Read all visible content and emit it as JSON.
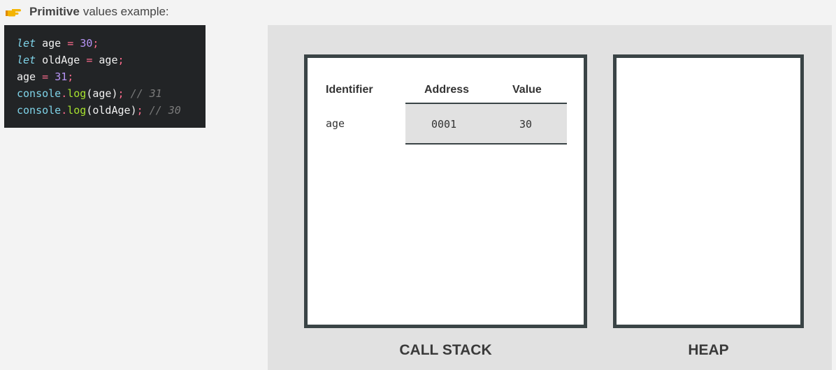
{
  "header": {
    "bold": "Primitive",
    "rest": "values example:",
    "icon": "pointing-hand-icon"
  },
  "code": [
    {
      "k": "let",
      "name": "age",
      "op": "=",
      "val": "30",
      "semi": ";"
    },
    {
      "k": "let",
      "name": "oldAge",
      "op": "=",
      "val": "age",
      "semi": ";"
    },
    {
      "name": "age",
      "op": "=",
      "val": "31",
      "semi": ";"
    },
    {
      "obj": "console",
      "dot": ".",
      "fn": "log",
      "arg": "age",
      "semi": ";",
      "comment": "// 31"
    },
    {
      "obj": "console",
      "dot": ".",
      "fn": "log",
      "arg": "oldAge",
      "semi": ";",
      "comment": "// 30"
    }
  ],
  "call_stack": {
    "label": "CALL STACK",
    "headers": {
      "identifier": "Identifier",
      "address": "Address",
      "value": "Value"
    },
    "rows": [
      {
        "identifier": "age",
        "address": "0001",
        "value": "30"
      }
    ]
  },
  "heap": {
    "label": "HEAP"
  },
  "colors": {
    "border": "#3a4446",
    "panel_bg": "#e1e1e1",
    "code_bg": "#222426"
  }
}
